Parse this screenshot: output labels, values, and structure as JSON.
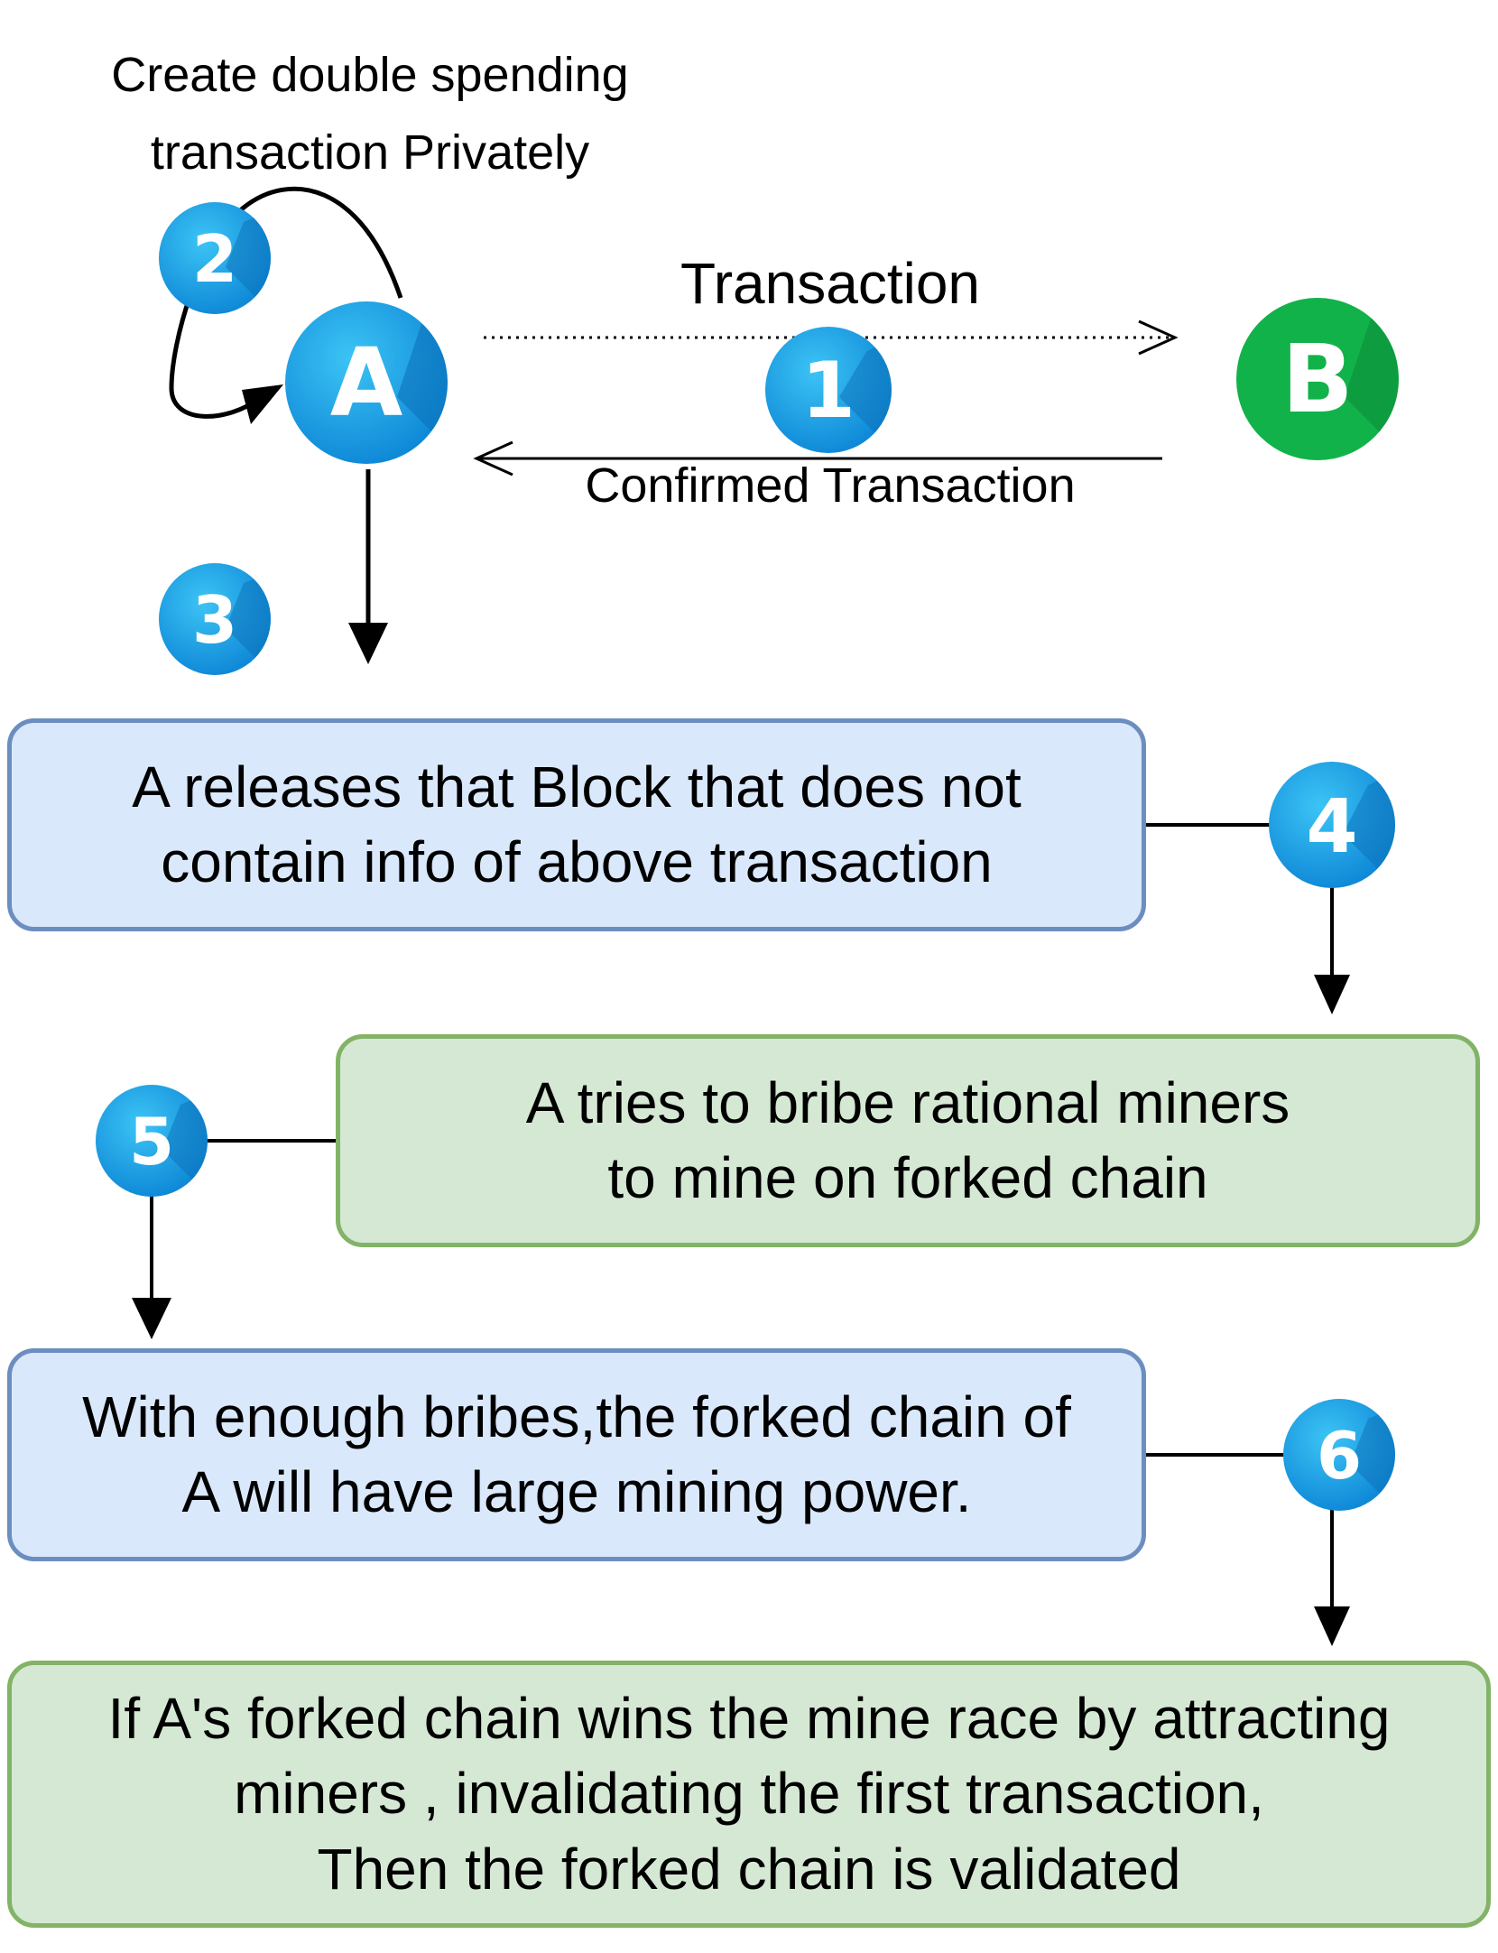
{
  "header_note": "Create double spending\ntransaction Privately",
  "nodes": {
    "a": {
      "letter": "A",
      "color": "#1e88e5",
      "shade": "#1565c0"
    },
    "b": {
      "letter": "B",
      "color": "#10b44a",
      "shade": "#0b8f3a"
    }
  },
  "edges": {
    "transaction": "Transaction",
    "confirmed": "Confirmed Transaction"
  },
  "steps": [
    "1",
    "2",
    "3",
    "4",
    "5",
    "6"
  ],
  "boxes": [
    {
      "text": "A releases that Block that does not\ncontain info of above transaction",
      "fill": "#dae8fc",
      "stroke": "#6c8ebf"
    },
    {
      "text": "A tries to bribe rational miners\nto mine on forked chain",
      "fill": "#d5e8d4",
      "stroke": "#82b366"
    },
    {
      "text": "With enough bribes,the forked chain of\nA will have large mining power.",
      "fill": "#dae8fc",
      "stroke": "#6c8ebf"
    },
    {
      "text": "If A's forked chain wins the mine race by attracting\nminers , invalidating the first transaction,\nThen the forked chain is validated",
      "fill": "#d5e8d4",
      "stroke": "#82b366"
    }
  ],
  "colors": {
    "badge": "#1a9be6",
    "badge_shade": "#1070b8",
    "blue_fill": "#dae8fc",
    "blue_stroke": "#6c8ebf",
    "green_fill": "#d5e8d4",
    "green_stroke": "#82b366"
  }
}
